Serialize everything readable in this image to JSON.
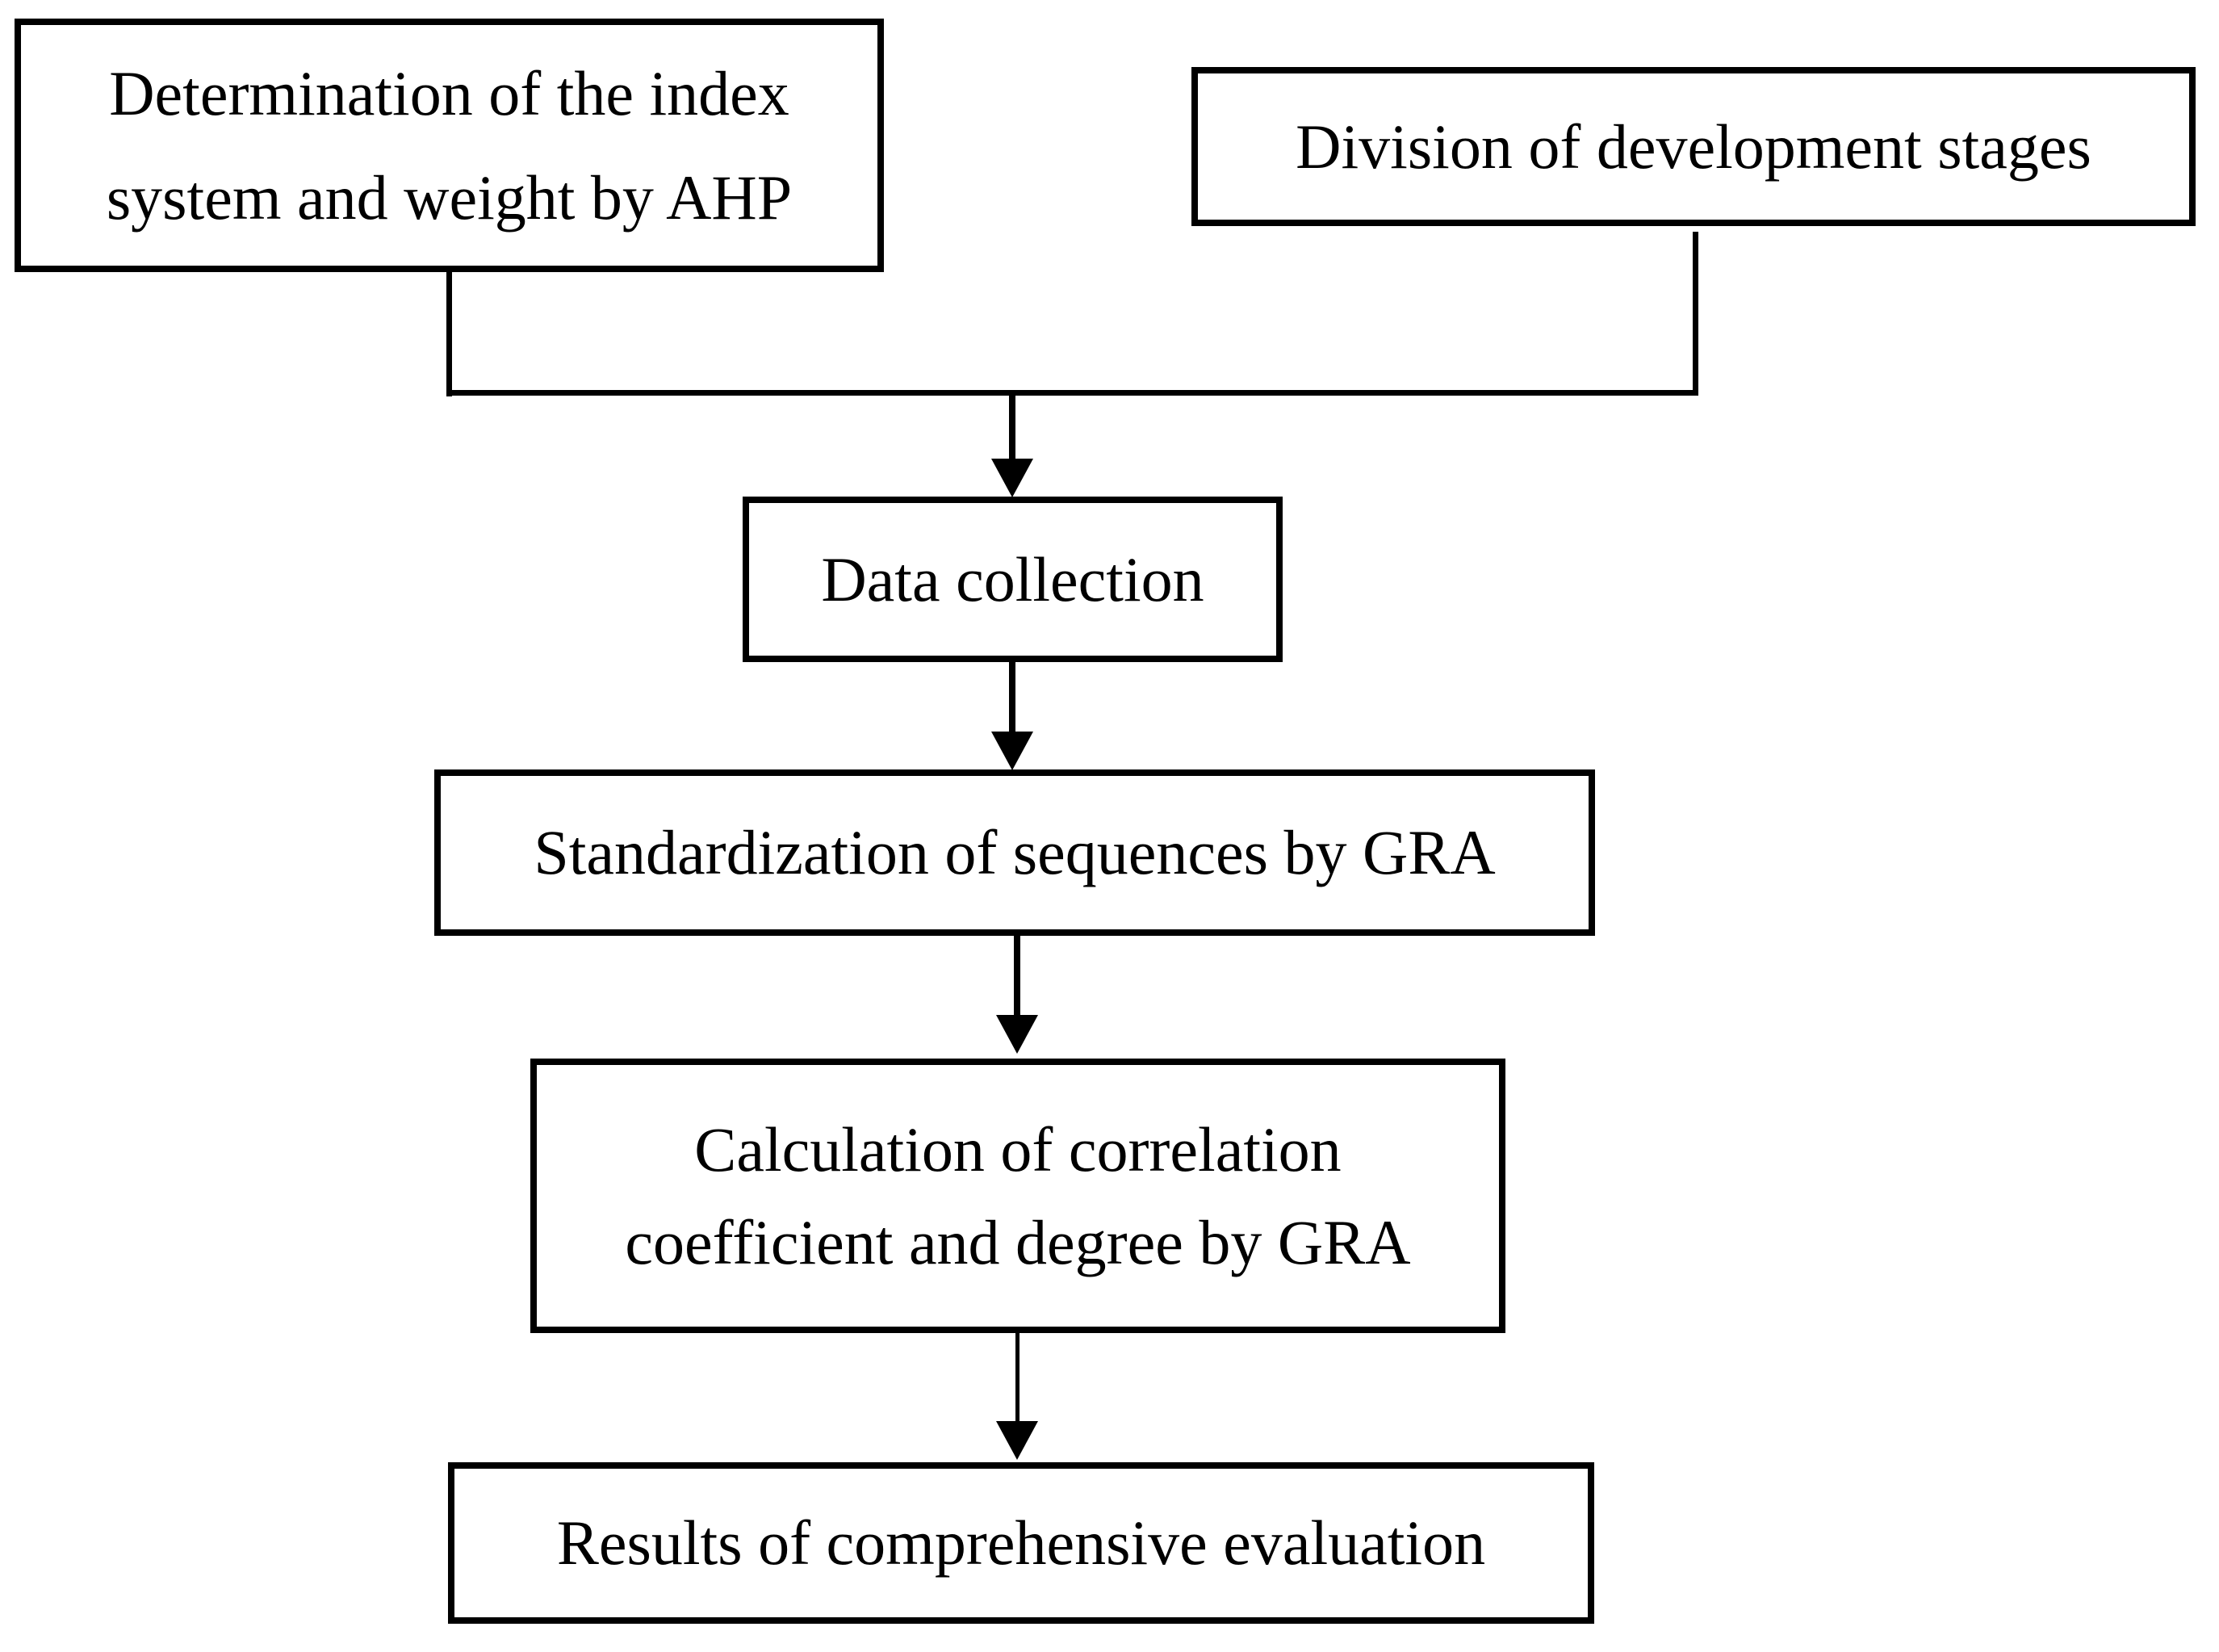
{
  "diagram": {
    "background_color": "#ffffff",
    "line_color": "#000000",
    "text_color": "#000000",
    "nodes": {
      "determination": {
        "label": "Determination of the index\nsystem and weight by AHP"
      },
      "division": {
        "label": "Division of development stages"
      },
      "data_collection": {
        "label": "Data collection"
      },
      "standardization": {
        "label": "Standardization of sequences by GRA"
      },
      "calculation": {
        "label": "Calculation of correlation\ncoefficient and degree by GRA"
      },
      "results": {
        "label": "Results of comprehensive evaluation"
      }
    }
  }
}
